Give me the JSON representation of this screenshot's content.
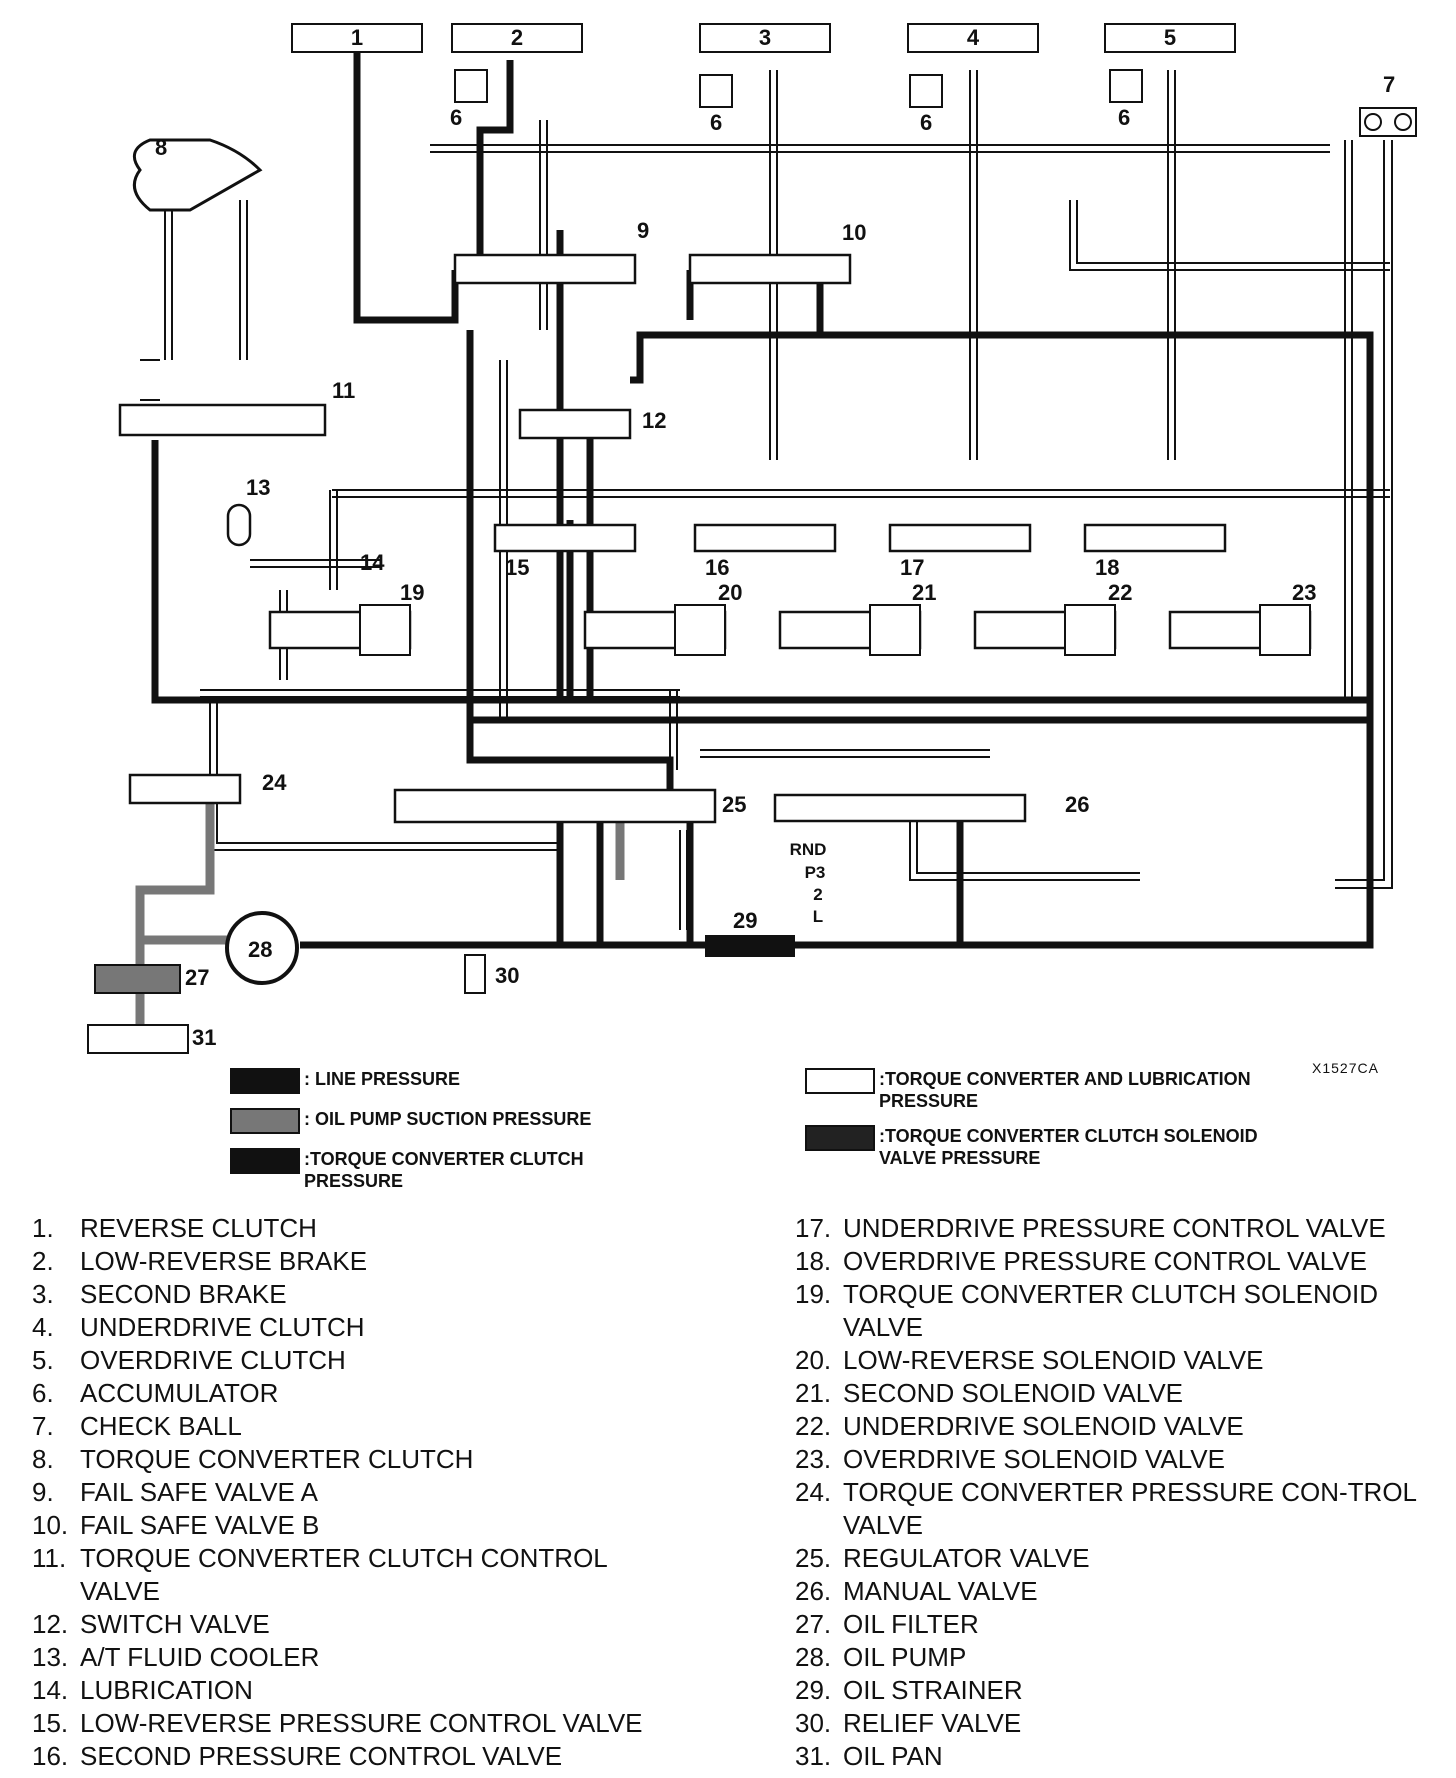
{
  "figure_id": "X1527CA",
  "top_boxes": [
    "1",
    "2",
    "3",
    "4",
    "5"
  ],
  "callouts": {
    "n6": "6",
    "n7": "7",
    "n8": "8",
    "n9": "9",
    "n10": "10",
    "n11": "11",
    "n12": "12",
    "n13": "13",
    "n14": "14",
    "n15": "15",
    "n16": "16",
    "n17": "17",
    "n18": "18",
    "n19": "19",
    "n20": "20",
    "n21": "21",
    "n22": "22",
    "n23": "23",
    "n24": "24",
    "n25": "25",
    "n26": "26",
    "n27": "27",
    "n28": "28",
    "n29": "29",
    "n30": "30",
    "n31": "31"
  },
  "selector_positions": {
    "line1": "RND",
    "line2": "P3",
    "line3": "2",
    "line4": "L"
  },
  "legend": [
    {
      "label": ": LINE PRESSURE",
      "color": "#111111"
    },
    {
      "label": ": OIL PUMP SUCTION PRESSURE",
      "color": "#777777"
    },
    {
      "label": ":TORQUE CONVERTER CLUTCH\nPRESSURE",
      "color": "#111111"
    },
    {
      "label": ":TORQUE CONVERTER AND LUBRICATION\nPRESSURE",
      "color": "#ffffff"
    },
    {
      "label": ":TORQUE CONVERTER CLUTCH SOLENOID\nVALVE PRESSURE",
      "color": "#222222"
    }
  ],
  "parts_left": [
    {
      "num": "1.",
      "name": "REVERSE CLUTCH"
    },
    {
      "num": "2.",
      "name": "LOW-REVERSE BRAKE"
    },
    {
      "num": "3.",
      "name": "SECOND BRAKE"
    },
    {
      "num": "4.",
      "name": "UNDERDRIVE CLUTCH"
    },
    {
      "num": "5.",
      "name": "OVERDRIVE CLUTCH"
    },
    {
      "num": "6.",
      "name": "ACCUMULATOR"
    },
    {
      "num": "7.",
      "name": "CHECK BALL"
    },
    {
      "num": "8.",
      "name": "TORQUE CONVERTER CLUTCH"
    },
    {
      "num": "9.",
      "name": "FAIL SAFE VALVE A"
    },
    {
      "num": "10.",
      "name": "FAIL SAFE VALVE B"
    },
    {
      "num": "11.",
      "name": "TORQUE CONVERTER CLUTCH CONTROL VALVE"
    },
    {
      "num": "12.",
      "name": "SWITCH VALVE"
    },
    {
      "num": "13.",
      "name": "A/T FLUID COOLER"
    },
    {
      "num": "14.",
      "name": "LUBRICATION"
    },
    {
      "num": "15.",
      "name": "LOW-REVERSE PRESSURE CONTROL VALVE"
    },
    {
      "num": "16.",
      "name": "SECOND PRESSURE CONTROL VALVE"
    }
  ],
  "parts_right": [
    {
      "num": "17.",
      "name": "UNDERDRIVE PRESSURE CONTROL VALVE"
    },
    {
      "num": "18.",
      "name": "OVERDRIVE PRESSURE CONTROL VALVE"
    },
    {
      "num": "19.",
      "name": "TORQUE CONVERTER CLUTCH SOLENOID VALVE"
    },
    {
      "num": "20.",
      "name": "LOW-REVERSE SOLENOID VALVE"
    },
    {
      "num": "21.",
      "name": "SECOND SOLENOID VALVE"
    },
    {
      "num": "22.",
      "name": "UNDERDRIVE SOLENOID VALVE"
    },
    {
      "num": "23.",
      "name": "OVERDRIVE SOLENOID VALVE"
    },
    {
      "num": "24.",
      "name": "TORQUE CONVERTER PRESSURE CON-TROL VALVE"
    },
    {
      "num": "25.",
      "name": "REGULATOR VALVE"
    },
    {
      "num": "26.",
      "name": "MANUAL VALVE"
    },
    {
      "num": "27.",
      "name": "OIL FILTER"
    },
    {
      "num": "28.",
      "name": "OIL PUMP"
    },
    {
      "num": "29.",
      "name": "OIL STRAINER"
    },
    {
      "num": "30.",
      "name": "RELIEF VALVE"
    },
    {
      "num": "31.",
      "name": "OIL PAN"
    }
  ]
}
